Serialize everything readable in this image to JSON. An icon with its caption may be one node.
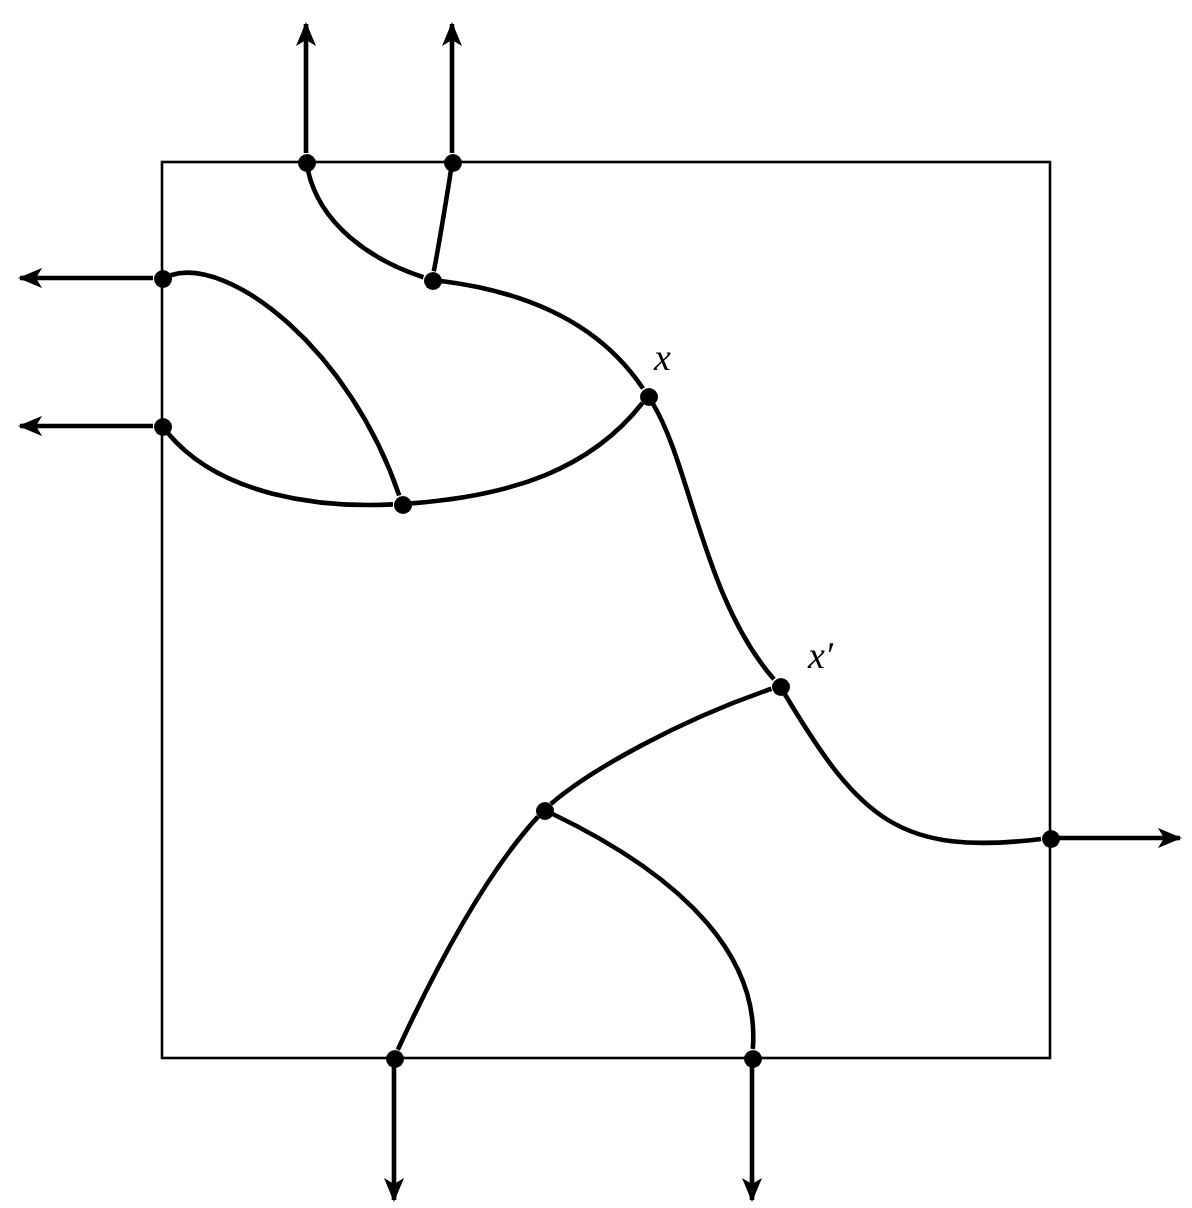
{
  "diagram": {
    "nodes": [
      {
        "text": [],
        "shape": "circle"
      },
      {
        "text": [],
        "shape": "circle"
      },
      {
        "text": [],
        "shape": "circle"
      },
      {
        "text": [],
        "shape": "circle"
      },
      {
        "text": [],
        "shape": "circle"
      },
      {
        "text": [],
        "shape": "circle",
        "beside": [
          "x"
        ]
      },
      {
        "text": [],
        "shape": "circle"
      },
      {
        "text": [],
        "shape": "circle",
        "beside": [
          "x′"
        ]
      },
      {
        "text": [],
        "shape": "circle"
      },
      {
        "text": [],
        "shape": "circle"
      },
      {
        "text": [],
        "shape": "circle"
      },
      {
        "text": [],
        "shape": "circle"
      }
    ],
    "edges": [
      {
        "from": 0,
        "to": 3,
        "arrow": "none"
      },
      {
        "from": 1,
        "to": 3,
        "arrow": "none"
      },
      {
        "from": 3,
        "to": 5,
        "arrow": "none"
      },
      {
        "from": 2,
        "to": 6,
        "arrow": "none"
      },
      {
        "from": 4,
        "to": 6,
        "arrow": "none"
      },
      {
        "from": 6,
        "to": 5,
        "arrow": "none"
      },
      {
        "from": 5,
        "to": 7,
        "arrow": "none"
      },
      {
        "from": 7,
        "to": 9,
        "arrow": "none"
      },
      {
        "from": 7,
        "to": 8,
        "arrow": "none"
      },
      {
        "from": 8,
        "to": 10,
        "arrow": "none"
      },
      {
        "from": 8,
        "to": 11,
        "arrow": "none"
      },
      {
        "from": 0,
        "to": null,
        "arrow": "to"
      },
      {
        "from": 1,
        "to": null,
        "arrow": "to"
      },
      {
        "from": 2,
        "to": null,
        "arrow": "to"
      },
      {
        "from": 4,
        "to": null,
        "arrow": "to"
      },
      {
        "from": 9,
        "to": null,
        "arrow": "to"
      },
      {
        "from": 10,
        "to": null,
        "arrow": "to"
      },
      {
        "from": 11,
        "to": null,
        "arrow": "to"
      }
    ]
  }
}
